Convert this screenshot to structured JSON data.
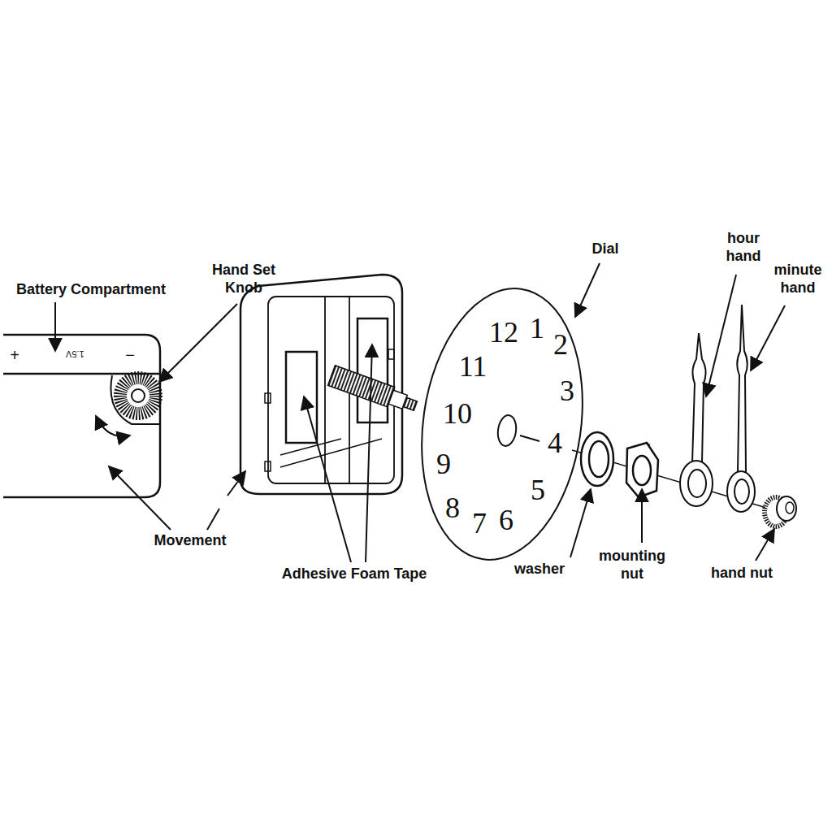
{
  "diagram": {
    "labels": [
      "Battery Compartment",
      "+",
      "1.5V",
      "−",
      "Hand Set Knob",
      "Dial",
      "hour hand",
      "minute hand",
      "12",
      "1",
      "2",
      "3",
      "4",
      "5",
      "6",
      "7",
      "8",
      "9",
      "10",
      "11",
      "Movement",
      "Adhesive Foam Tape",
      "washer",
      "mounting nut",
      "hand nut"
    ]
  }
}
